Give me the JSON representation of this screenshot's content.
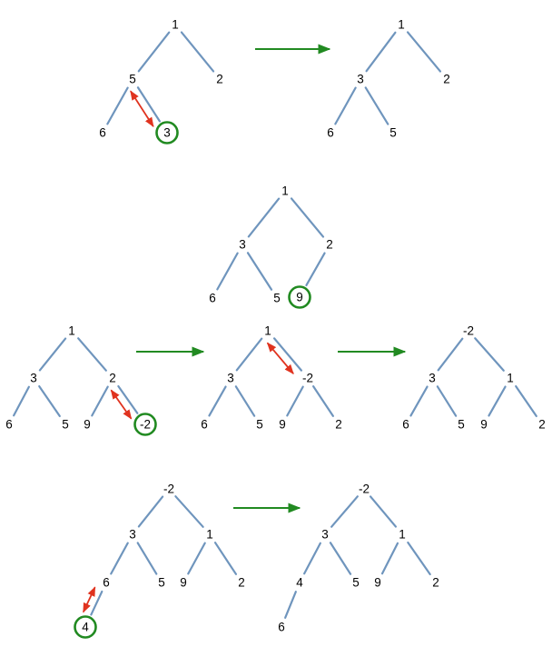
{
  "colors": {
    "edge": "#6f95bd",
    "step_arrow": "#218a21",
    "swap_arrow": "#e0331f",
    "highlight_ring": "#218a21"
  },
  "rows": [
    {
      "trees": [
        {
          "nodes": [
            "1",
            "5",
            "2",
            "6",
            "3"
          ],
          "highlighted_node": "3",
          "swap": [
            "5",
            "3"
          ]
        },
        {
          "nodes": [
            "1",
            "3",
            "2",
            "6",
            "5"
          ]
        }
      ]
    },
    {
      "trees": [
        {
          "nodes": [
            "1",
            "3",
            "2",
            "6",
            "5",
            "9"
          ],
          "highlighted_node": "9"
        }
      ]
    },
    {
      "trees": [
        {
          "nodes": [
            "1",
            "3",
            "2",
            "6",
            "5",
            "9",
            "-2"
          ],
          "highlighted_node": "-2",
          "swap": [
            "2",
            "-2"
          ]
        },
        {
          "nodes": [
            "1",
            "3",
            "-2",
            "6",
            "5",
            "9",
            "2"
          ],
          "swap": [
            "1",
            "-2"
          ]
        },
        {
          "nodes": [
            "-2",
            "3",
            "1",
            "6",
            "5",
            "9",
            "2"
          ]
        }
      ]
    },
    {
      "trees": [
        {
          "nodes": [
            "-2",
            "3",
            "1",
            "6",
            "5",
            "9",
            "2",
            "4"
          ],
          "highlighted_node": "4",
          "swap": [
            "6",
            "4"
          ]
        },
        {
          "nodes": [
            "-2",
            "3",
            "1",
            "4",
            "5",
            "9",
            "2",
            "6"
          ]
        }
      ]
    }
  ]
}
